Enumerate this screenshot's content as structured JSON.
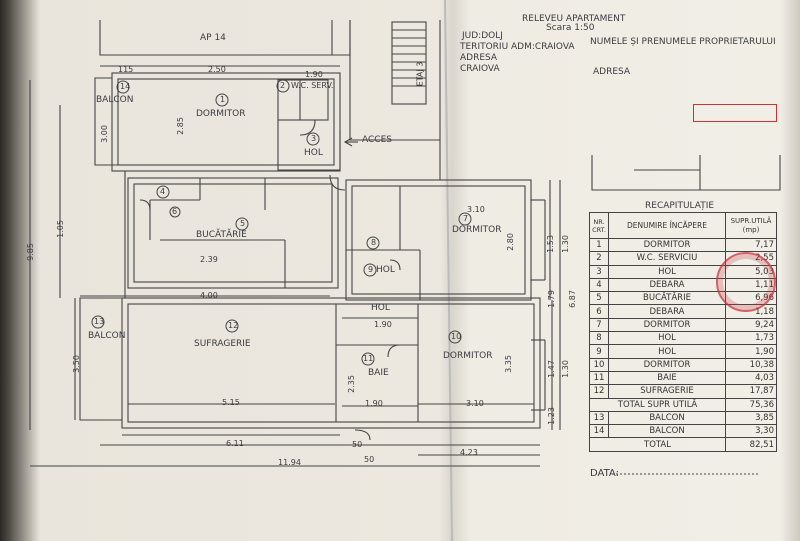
{
  "header": {
    "title": "RELEVEU APARTAMENT",
    "scale": "Scara 1:50",
    "judet": "JUD:DOLJ",
    "teritoriu": "TERITORIU ADM:CRAIOVA",
    "adresa_label": "ADRESA",
    "localitate": "CRAIOVA",
    "owner_label": "NUMELE ȘI PRENUMELE PROPRIETARULUI",
    "adresa_right": "ADRESA"
  },
  "plan": {
    "neighbor": "AP 14",
    "stair": "ETAJ 3",
    "acces": "ACCES",
    "rooms": {
      "r1": {
        "num": "1",
        "name": "DORMITOR"
      },
      "r2": {
        "num": "2",
        "name": "W.C. SERV."
      },
      "r3": {
        "num": "3",
        "name": "HOL"
      },
      "r4": {
        "num": "4",
        "name": ""
      },
      "r5": {
        "num": "5",
        "name": "BUCĂTĂRIE"
      },
      "r6": {
        "num": "6",
        "name": ""
      },
      "r7": {
        "num": "7",
        "name": "DORMITOR"
      },
      "r8": {
        "num": "8",
        "name": "HOL"
      },
      "r9": {
        "num": "9",
        "name": "HOL"
      },
      "r10": {
        "num": "10",
        "name": "DORMITOR"
      },
      "r11": {
        "num": "11",
        "name": "BAIE"
      },
      "r12": {
        "num": "12",
        "name": "SUFRAGERIE"
      },
      "r13": {
        "num": "13",
        "name": "BALCON"
      },
      "r14": {
        "num": "14",
        "name": "BALCON"
      }
    },
    "dims": {
      "d_115": "115",
      "d_250": "2.50",
      "d_190a": "1.90",
      "d_300": "3.00",
      "d_285": "2.85",
      "d_105": "1.05",
      "d_985": "9.85",
      "d_400": "4.00",
      "d_350": "3.50",
      "d_515": "5.15",
      "d_611": "6.11",
      "d_1194": "11.94",
      "d_423": "4.23",
      "d_687": "6.87",
      "d_310a": "3.10",
      "d_335": "3.35",
      "d_280": "2.80",
      "d_179": "1.79",
      "d_153": "1.53",
      "d_130a": "1.30",
      "d_147": "1.47",
      "d_130b": "1.30",
      "d_123": "1.23",
      "d_239": "2.39",
      "d_190b": "1.90",
      "d_190c": "1.90",
      "d_235": "2.35",
      "d_310b": "3.10",
      "d_50": "50",
      "d_50b": "50"
    }
  },
  "recap": {
    "title": "RECAPITULAȚIE",
    "col_nr": "NR. CRT.",
    "col_name": "DENUMIRE ÎNCĂPERE",
    "col_area": "SUPR.UTILĂ (mp)",
    "rows": [
      {
        "nr": "1",
        "name": "DORMITOR",
        "area": "7,17"
      },
      {
        "nr": "2",
        "name": "W.C. SERVICIU",
        "area": "2,55"
      },
      {
        "nr": "3",
        "name": "HOL",
        "area": "5,03"
      },
      {
        "nr": "4",
        "name": "DEBARA",
        "area": "1,11"
      },
      {
        "nr": "5",
        "name": "BUCĂTĂRIE",
        "area": "6,96"
      },
      {
        "nr": "6",
        "name": "DEBARA",
        "area": "1,18"
      },
      {
        "nr": "7",
        "name": "DORMITOR",
        "area": "9,24"
      },
      {
        "nr": "8",
        "name": "HOL",
        "area": "1,73"
      },
      {
        "nr": "9",
        "name": "HOL",
        "area": "1,90"
      },
      {
        "nr": "10",
        "name": "DORMITOR",
        "area": "10,38"
      },
      {
        "nr": "11",
        "name": "BAIE",
        "area": "4,03"
      },
      {
        "nr": "12",
        "name": "SUFRAGERIE",
        "area": "17,87"
      }
    ],
    "total_supr_label": "TOTAL SUPR UTILĂ",
    "total_supr": "75,36",
    "balcony_rows": [
      {
        "nr": "13",
        "name": "BALCON",
        "area": "3,85"
      },
      {
        "nr": "14",
        "name": "BALCON",
        "area": "3,30"
      }
    ],
    "total_label": "TOTAL",
    "total": "82,51"
  },
  "footer": {
    "data_label": "DATA:"
  },
  "colors": {
    "ink": "#3b3b42",
    "stamp": "#c33333",
    "paper": "#ece8df"
  }
}
